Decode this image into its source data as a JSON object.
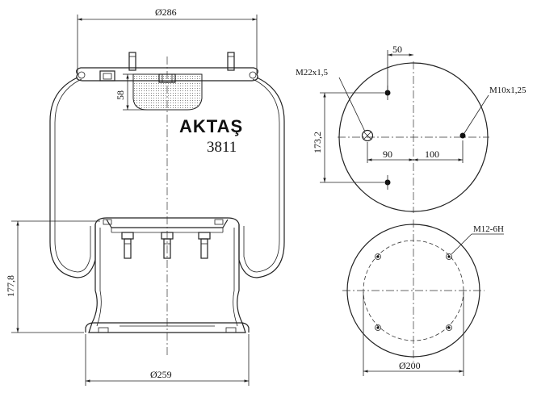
{
  "brand": {
    "name": "AKTAŞ",
    "model": "3811"
  },
  "side_view": {
    "top_diameter": "Ø286",
    "piston_height": "58",
    "bottom_height": "177,8",
    "bottom_diameter": "Ø259"
  },
  "top_plate": {
    "port_thread": "M22x1,5",
    "bolt_thread": "M10x1,25",
    "offset_x": "50",
    "spacing_y": "173,2",
    "spacing_left": "90",
    "spacing_right": "100"
  },
  "bottom_plate": {
    "bolt_thread": "M12-6H",
    "diameter": "Ø200"
  }
}
